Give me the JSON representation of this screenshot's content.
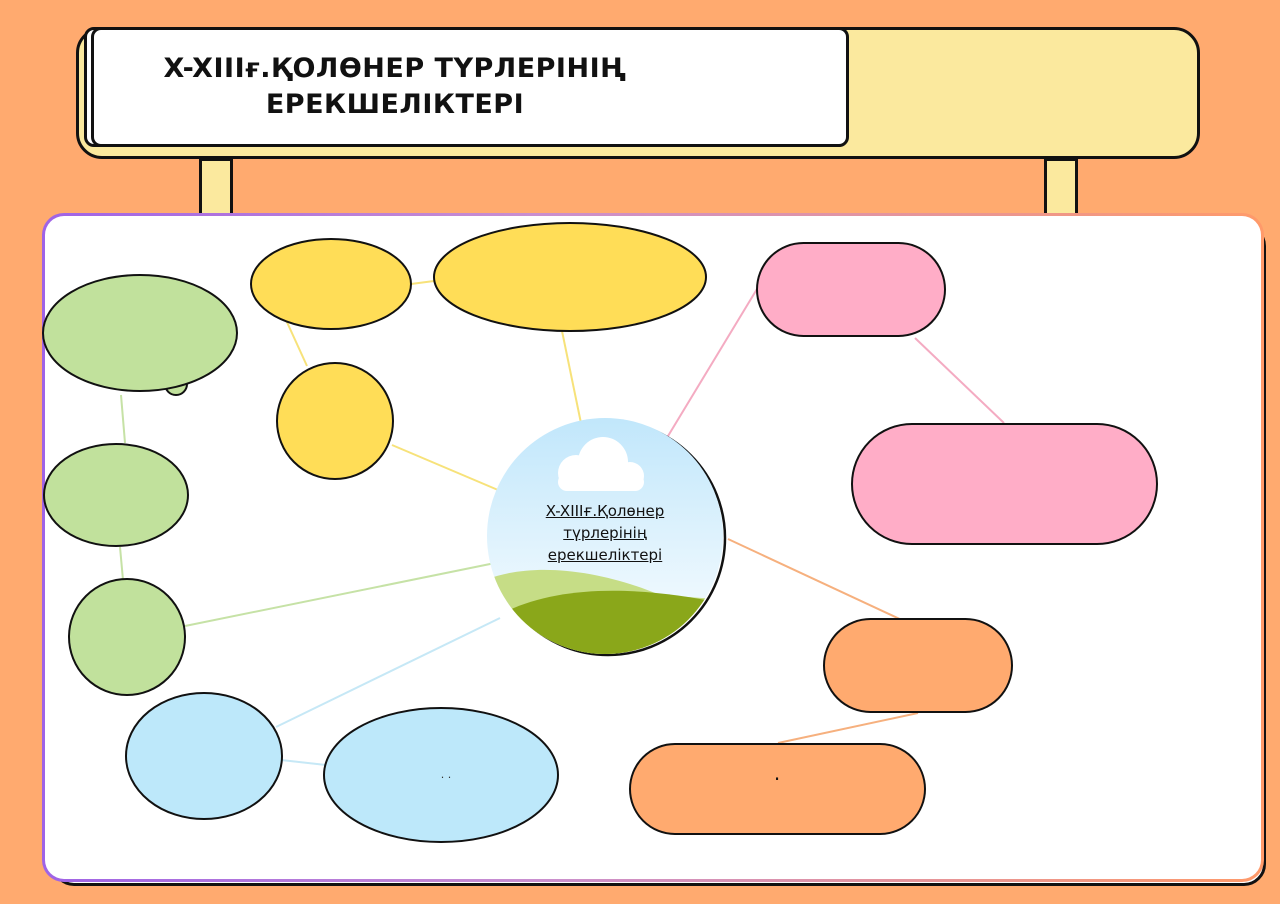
{
  "title": {
    "line1": "X-XIIIғ.ҚОЛӨНЕР ТҮРЛЕРІНІҢ",
    "line2": "ЕРЕКШЕЛІКТЕРІ"
  },
  "center": {
    "line1": "X-XIIIғ.Қолөнер",
    "line2": "түрлерінің",
    "line3": "ерекшеліктері"
  },
  "nodes": {
    "blue_right_text": "· ·",
    "orange_bottom_text": "·"
  },
  "colors": {
    "background": "#ffaa6f",
    "banner": "#fbe99e",
    "yellow": "#ffdd57",
    "green": "#c1e19c",
    "pink": "#ffadc7",
    "orange": "#ffaa6f",
    "blue": "#bde8fa"
  }
}
